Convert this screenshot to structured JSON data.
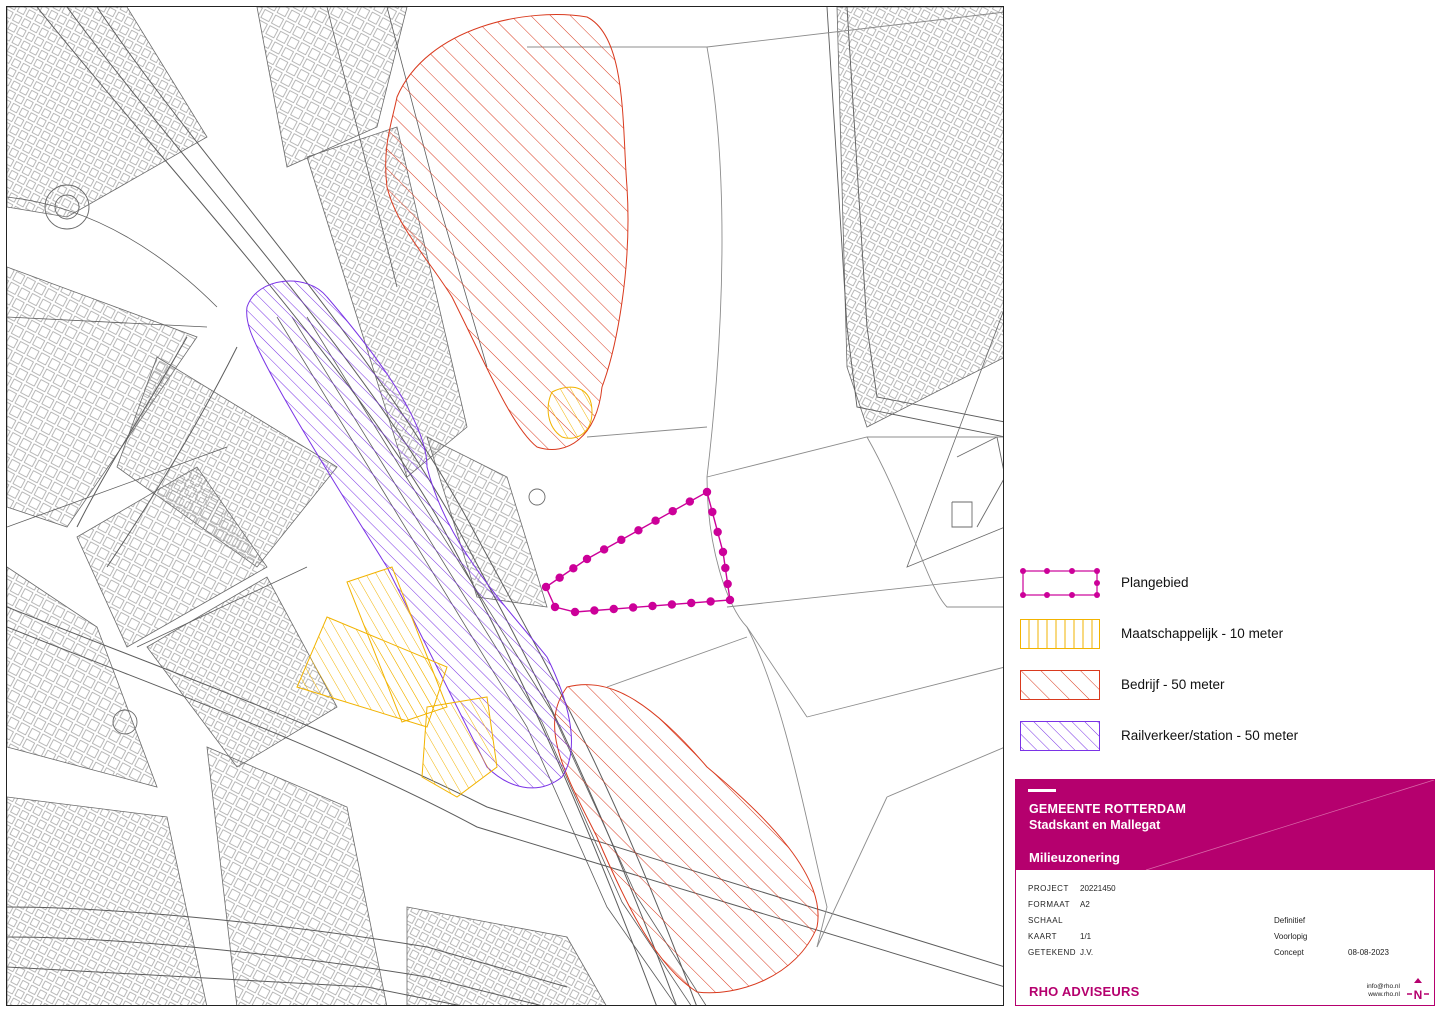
{
  "legend": {
    "items": [
      {
        "label": "Plangebied",
        "color": "#cc0099",
        "style": "dotted"
      },
      {
        "label": "Maatschappelijk - 10 meter",
        "color": "#f2b300",
        "style": "vertical"
      },
      {
        "label": "Bedrijf - 50 meter",
        "color": "#d93a1e",
        "style": "diagonal"
      },
      {
        "label": "Railverkeer/station - 50 meter",
        "color": "#7a33e6",
        "style": "diagonal"
      }
    ]
  },
  "titleblock": {
    "organization": "GEMEENTE ROTTERDAM",
    "project_name": "Stadskant en Mallegat",
    "subject": "Milieuzonering",
    "brand_color": "#b5006e",
    "fields": [
      {
        "key": "PROJECT",
        "value": "20221450"
      },
      {
        "key": "FORMAAT",
        "value": "A2"
      },
      {
        "key": "SCHAAL",
        "value": ""
      },
      {
        "key": "KAART",
        "value": "1/1"
      },
      {
        "key": "GETEKEND",
        "value": "J.V."
      }
    ],
    "status": [
      "Definitief",
      "Voorlopig",
      "Concept"
    ],
    "date": "08-08-2023",
    "brand": "RHO ADVISEURS",
    "contact_email": "info@rho.nl",
    "contact_web": "www.rho.nl",
    "north_label": "N"
  },
  "map": {
    "icons": [
      "north-arrow-icon"
    ],
    "colors": {
      "base_lines": "#6a6a6a",
      "plangebied": "#cc0099",
      "maatschappelijk": "#f2b300",
      "bedrijf": "#d93a1e",
      "railverkeer": "#7a33e6"
    }
  }
}
